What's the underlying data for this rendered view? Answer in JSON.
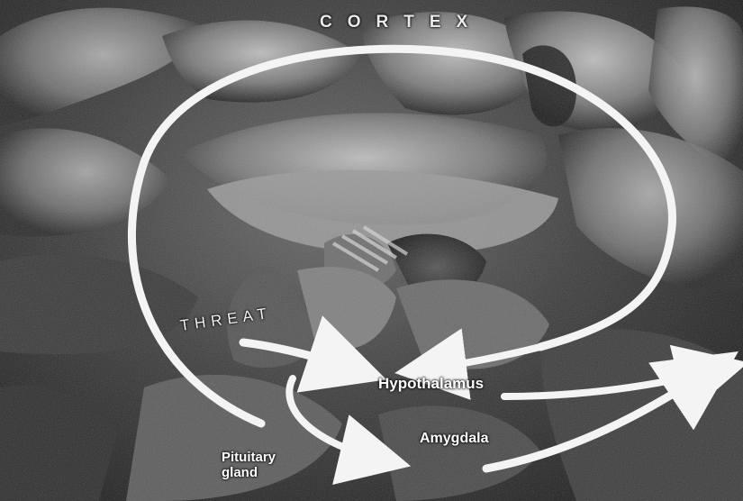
{
  "labels": {
    "cortex": "CORTEX",
    "threat": "THREAT",
    "hypothalamus": "Hypothalamus",
    "amygdala": "Amygdala",
    "pituitary": "Pituitary\ngland"
  },
  "colors": {
    "arrow": "#f4f4f4",
    "label_text": "#ffffff"
  }
}
